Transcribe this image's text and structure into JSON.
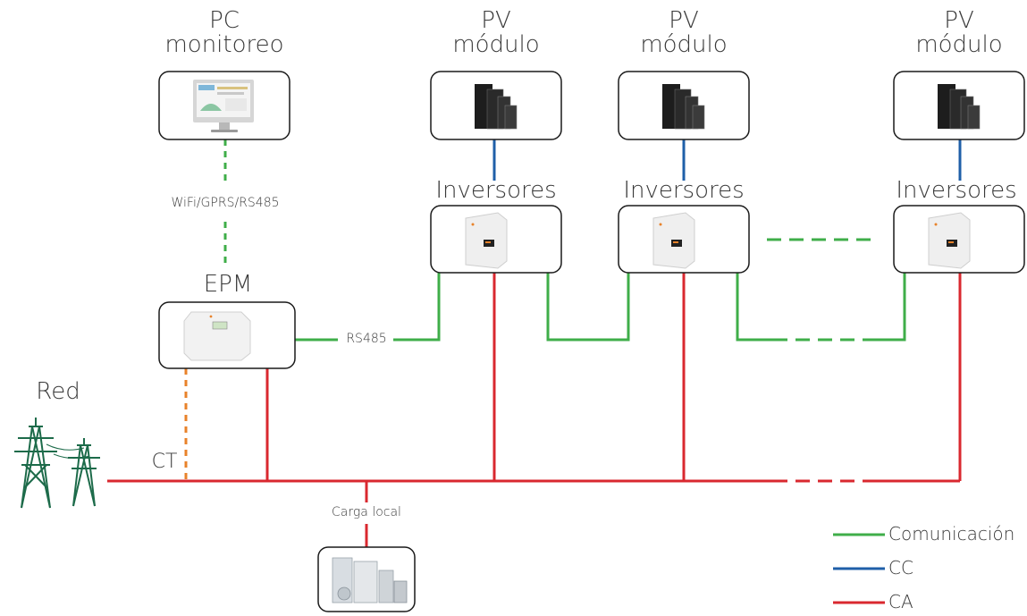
{
  "labels": {
    "pc_line1": "PC",
    "pc_line2": "monitoreo",
    "pv_line1": "PV",
    "pv_line2": "módulo",
    "inverter": "Inversores",
    "epm": "EPM",
    "red": "Red",
    "ct": "CT",
    "wifi": "WiFi/GPRS/RS485",
    "rs485": "RS485",
    "carga": "Carga local"
  },
  "legend": [
    {
      "label": "Comunicación",
      "color": "#3fae49"
    },
    {
      "label": "CC",
      "color": "#1f5fa8"
    },
    {
      "label": "CA",
      "color": "#d9282f"
    }
  ],
  "colors": {
    "communication": "#3fae49",
    "dc": "#1f5fa8",
    "ac": "#d9282f",
    "ct": "#e8822a",
    "tower": "#1d6b4a"
  },
  "icons": {
    "pc": "monitor-icon",
    "pv": "solar-panel-icon",
    "inverter": "inverter-icon",
    "epm": "epm-device-icon",
    "grid": "transmission-tower-icon",
    "load": "appliances-icon"
  }
}
